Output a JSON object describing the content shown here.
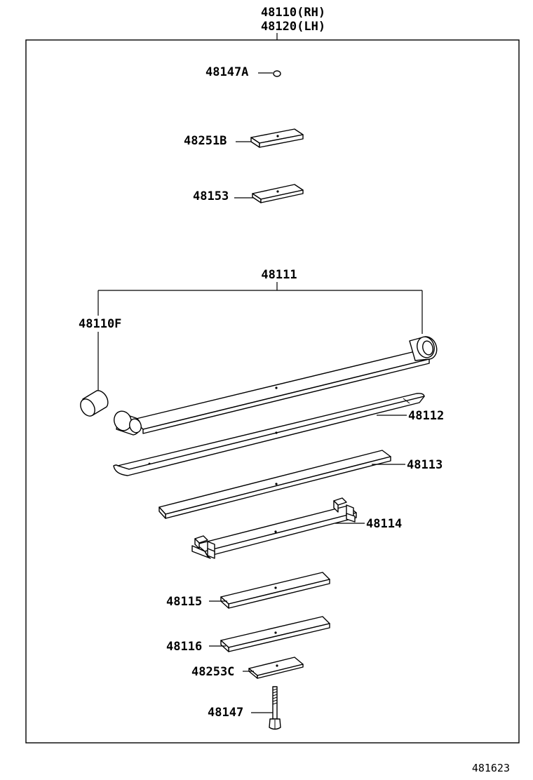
{
  "assembly": {
    "rh": "48110(RH)",
    "lh": "48120(LH)"
  },
  "parts": {
    "nut": "48147A",
    "top_seat": "48251B",
    "top_pad": "48153",
    "main_leaf_group": "48111",
    "bushing": "48110F",
    "leaf_2": "48112",
    "leaf_3": "48113",
    "leaf_4_clipped": "48114",
    "leaf_5": "48115",
    "leaf_6": "48116",
    "bottom_seat": "48253C",
    "center_bolt": "48147"
  },
  "figure_number": "481623"
}
